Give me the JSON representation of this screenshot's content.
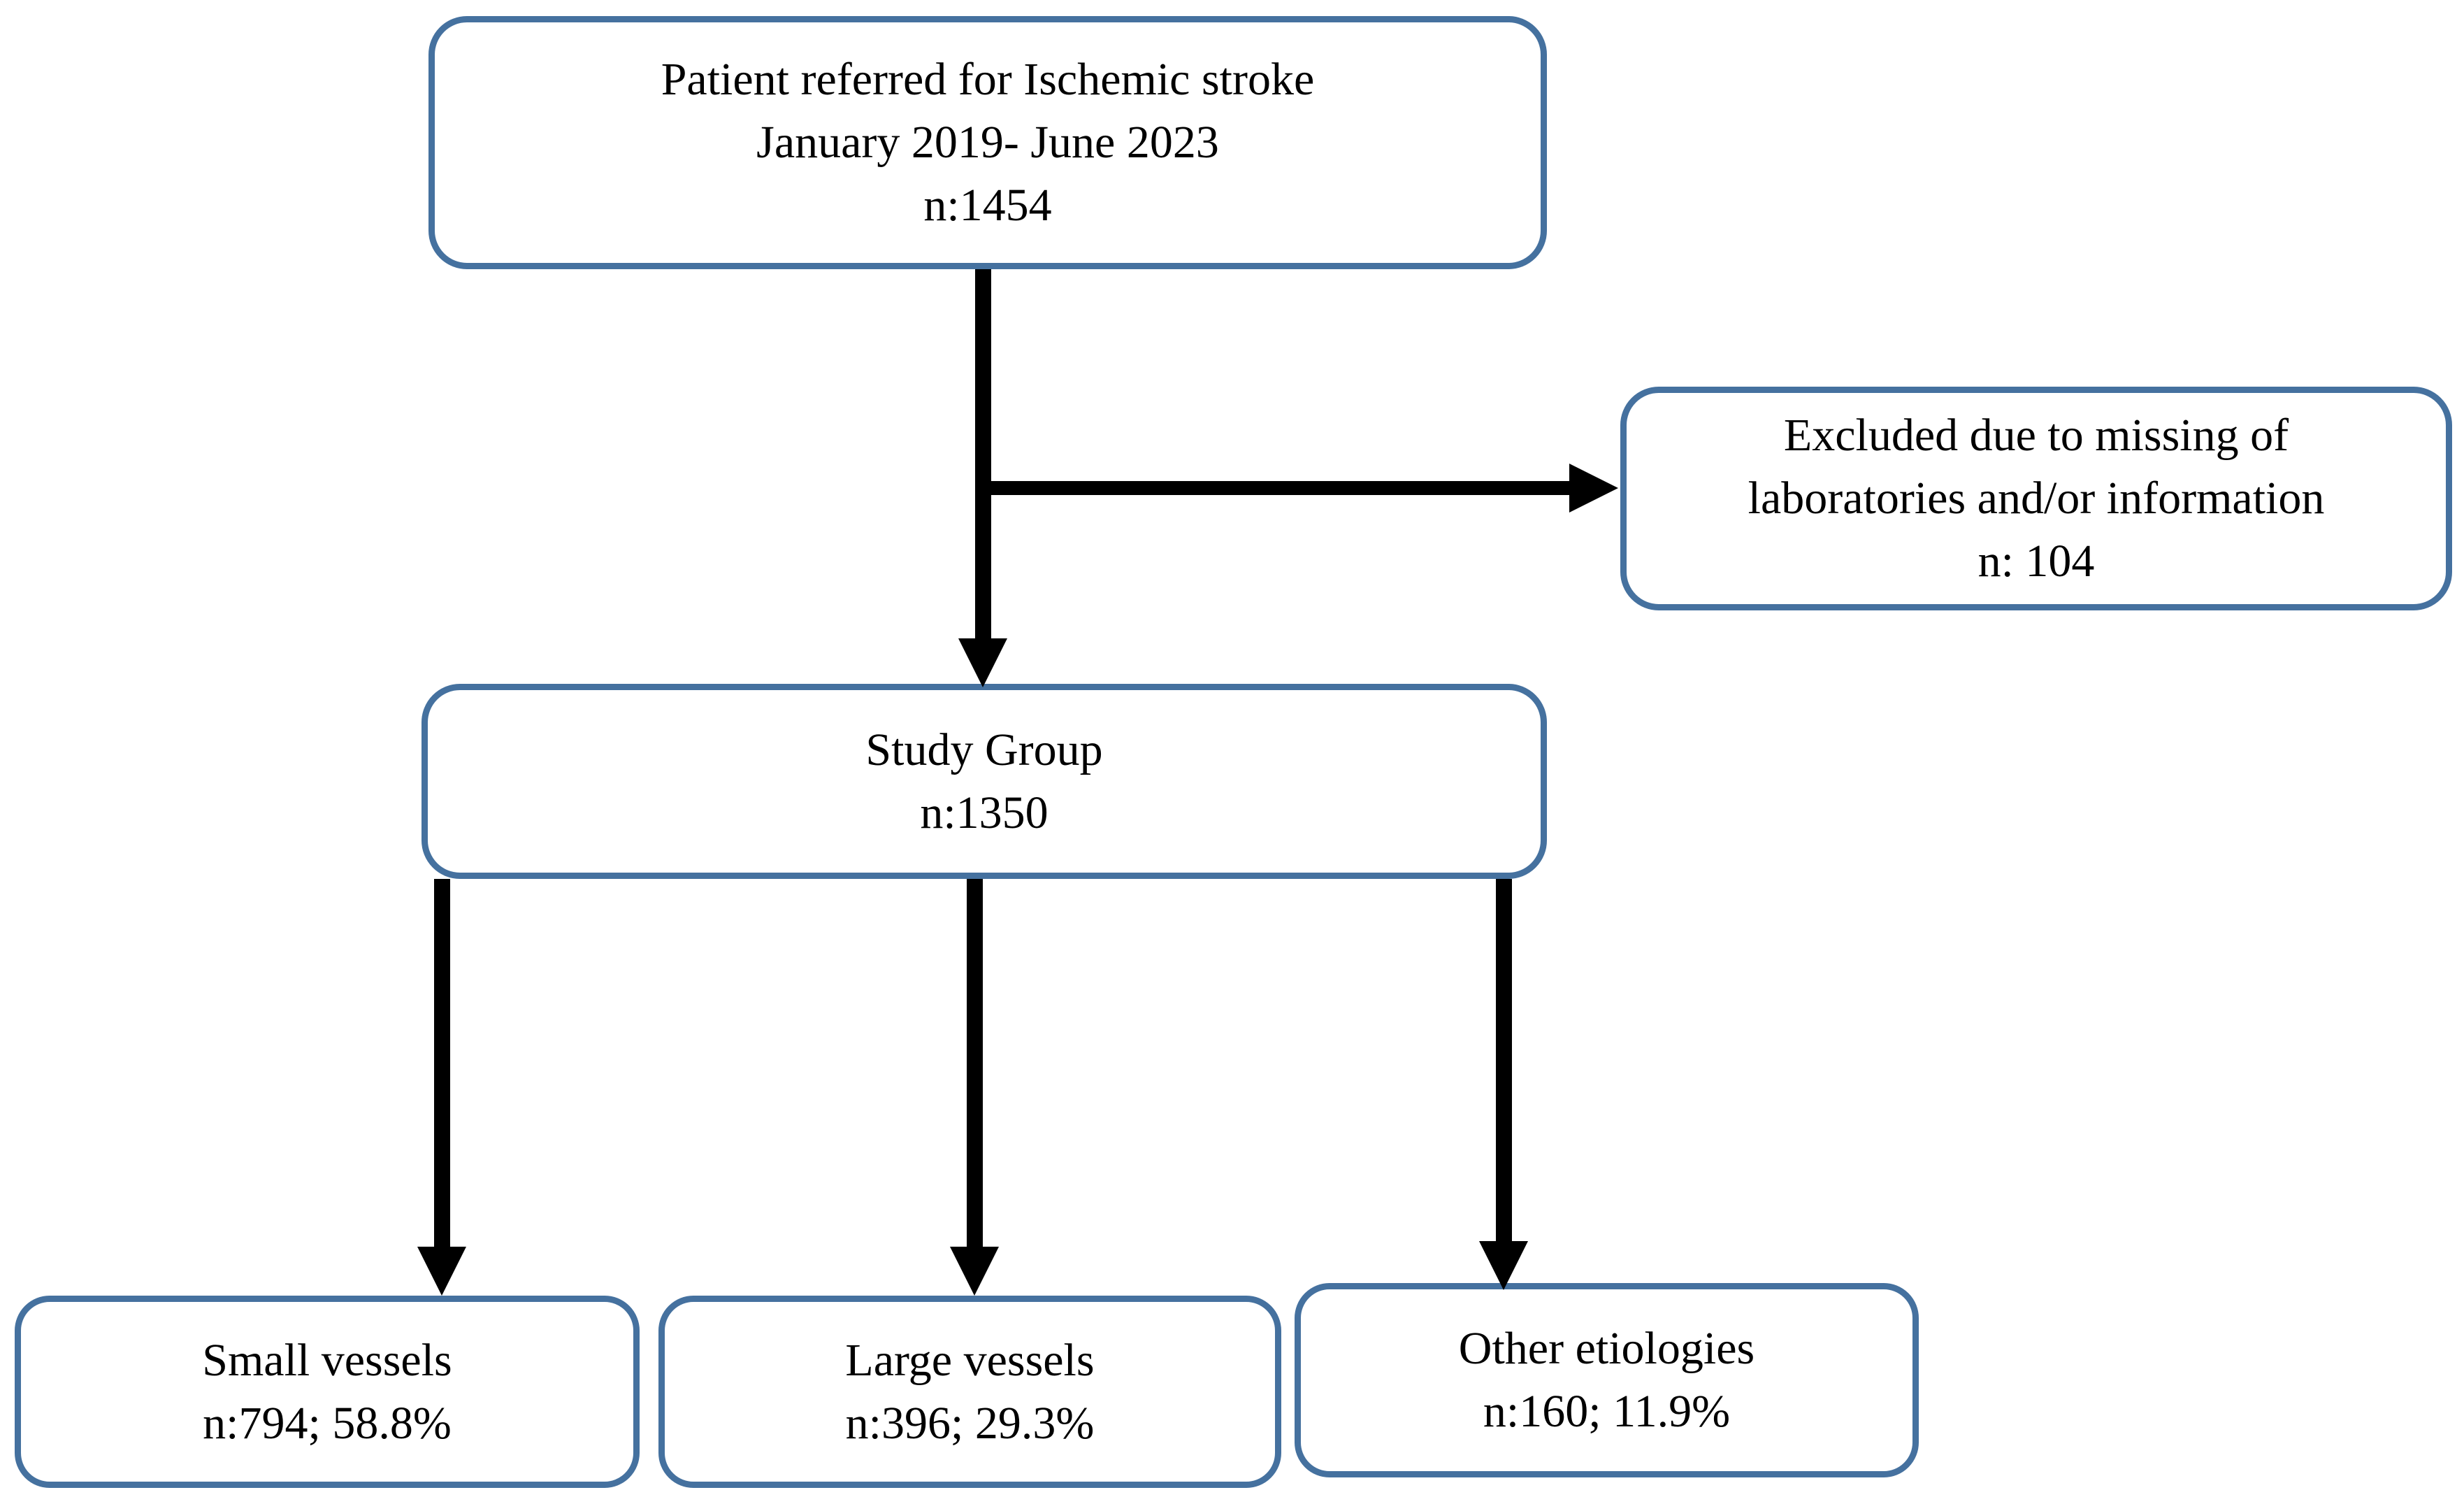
{
  "diagram": {
    "boxes": {
      "referral": {
        "lines": [
          "Patient referred for Ischemic stroke",
          "January 2019- June 2023",
          "n:1454"
        ]
      },
      "excluded": {
        "lines": [
          "Excluded due to missing of",
          "laboratories and/or information",
          "n: 104"
        ]
      },
      "study": {
        "lines": [
          "Study Group",
          "n:1350"
        ]
      },
      "small_vessels": {
        "lines": [
          "Small vessels",
          "n:794; 58.8%"
        ]
      },
      "large_vessels": {
        "lines": [
          "Large vessels",
          "n:396; 29.3%"
        ]
      },
      "other_etiologies": {
        "lines": [
          "Other etiologies",
          "n:160; 11.9%"
        ]
      }
    },
    "colors": {
      "box_border": "#45719f",
      "arrow": "#000000",
      "background": "#ffffff",
      "text": "#000000"
    }
  }
}
